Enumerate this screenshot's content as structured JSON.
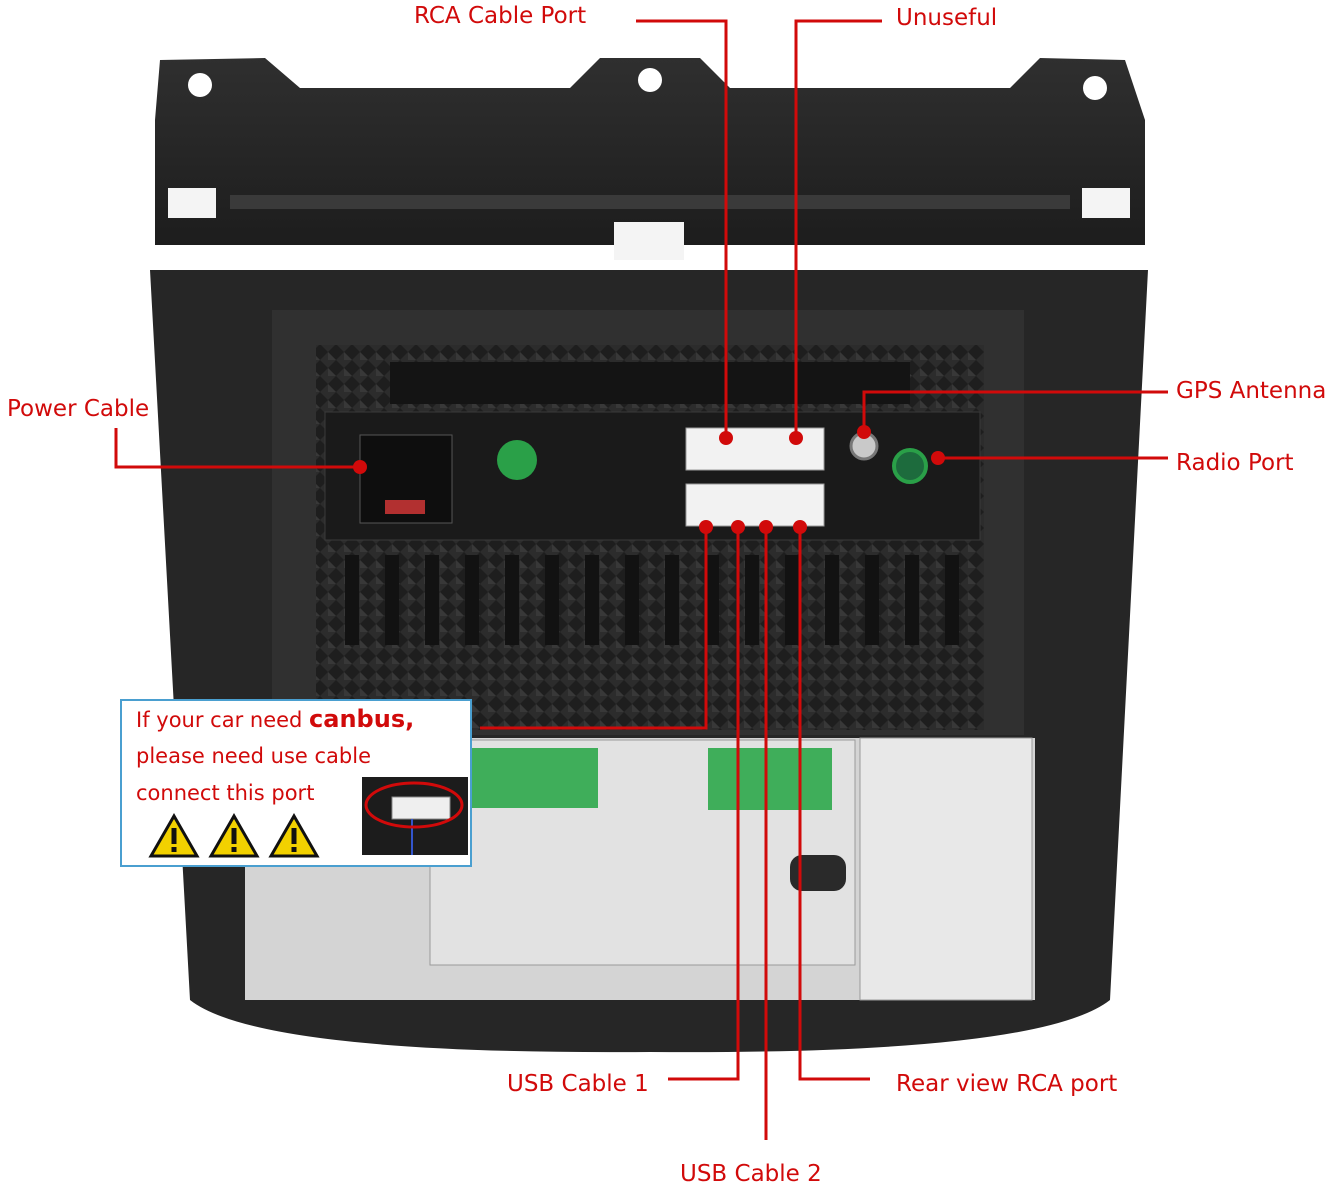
{
  "labels": {
    "rca_cable_port": "RCA Cable Port",
    "unuseful": "Unuseful",
    "power_cable": "Power Cable",
    "gps_antenna": "GPS Antenna",
    "radio_port": "Radio Port",
    "usb_cable_1": "USB Cable 1",
    "usb_cable_2": "USB Cable 2",
    "rear_view_rca_port": "Rear view RCA port"
  },
  "canbus_note": {
    "line1_prefix": "If your car need ",
    "line1_bold": "canbus,",
    "line2": "please need use cable",
    "line3": "connect this port"
  },
  "colors": {
    "callout": "#d10a0a",
    "note_border": "#4a9fd0",
    "frame": "#2a2a2a",
    "green_connector": "#3fae5a",
    "warning_yellow": "#f2d100"
  },
  "icons": [
    "warning-triangle-icon",
    "warning-triangle-icon",
    "warning-triangle-icon"
  ]
}
